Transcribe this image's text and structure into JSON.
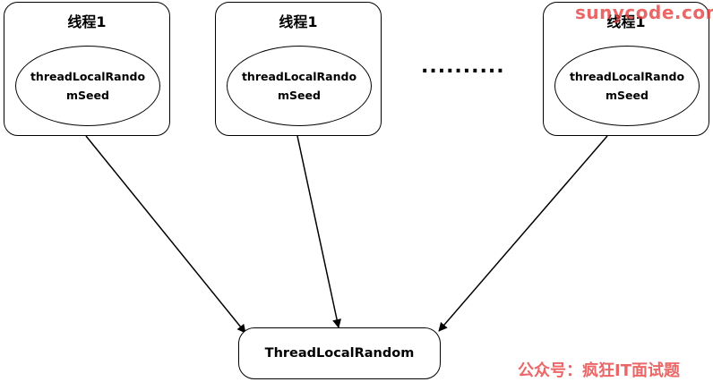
{
  "threads": [
    {
      "title": "线程1",
      "seed": "threadLocalRandomSeed"
    },
    {
      "title": "线程1",
      "seed": "threadLocalRandomSeed"
    },
    {
      "title": "线程1",
      "seed": "threadLocalRandomSeed"
    }
  ],
  "ellipsis": "..........",
  "shared": {
    "label": "ThreadLocalRandom"
  },
  "watermarks": {
    "site": "sunycode.com",
    "account": "公众号：疯狂IT面试题"
  }
}
